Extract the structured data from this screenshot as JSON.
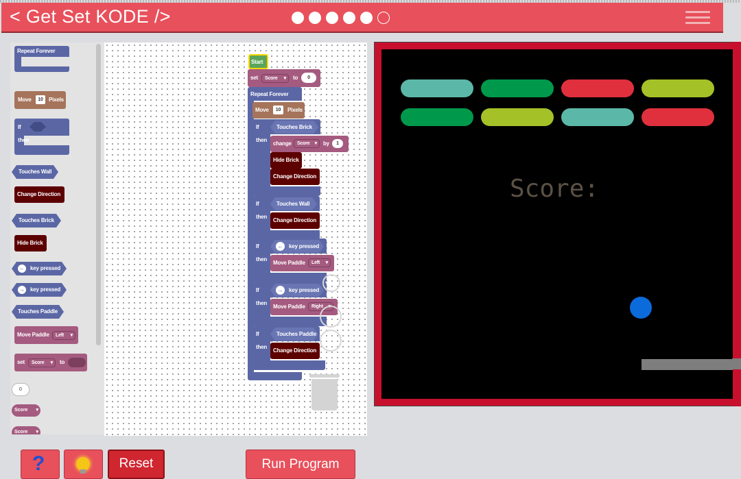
{
  "header": {
    "title": "< Get Set KODE />",
    "progress_total": 6,
    "progress_completed": 5,
    "menu_icon": "hamburger-menu-icon"
  },
  "toolbox": {
    "repeat_forever": "Repeat Forever",
    "move": "Move",
    "move_value": "10",
    "pixels": "Pixels",
    "if": "If",
    "then": "then",
    "touches_wall": "Touches Wall",
    "change_direction": "Change Direction",
    "touches_brick": "Touches Brick",
    "hide_brick": "Hide Brick",
    "key_pressed_left": "key pressed",
    "key_pressed_right": "key pressed",
    "touches_paddle": "Touches Paddle",
    "move_paddle": "Move Paddle",
    "move_paddle_dir": "Left",
    "set": "set",
    "set_var": "Score",
    "to": "to",
    "number": "0",
    "var_1": "Score",
    "var_2": "Score"
  },
  "workspace": {
    "start": "Start",
    "set": "set",
    "set_var": "Score",
    "to": "to",
    "set_value": "0",
    "repeat_forever": "Repeat Forever",
    "move": "Move",
    "move_value": "10",
    "pixels": "Pixels",
    "if": "If",
    "then": "then",
    "touches_brick": "Touches Brick",
    "change": "change",
    "change_var": "Score",
    "by": "by",
    "change_value": "1",
    "hide_brick": "Hide Brick",
    "change_direction": "Change Direction",
    "touches_wall": "Touches Wall",
    "key_pressed": "key pressed",
    "move_paddle": "Move Paddle",
    "left": "Left",
    "right": "Right",
    "touches_paddle": "Touches Paddle"
  },
  "game": {
    "score_label": "Score:",
    "colors": {
      "teal": "#5bb8a8",
      "green": "#00994c",
      "red": "#e0303e",
      "lime": "#a4c227",
      "ball": "#0b6bdb",
      "paddle": "#7e7e7e"
    },
    "bricks_row1": [
      "teal",
      "green",
      "red",
      "lime"
    ],
    "bricks_row2": [
      "green",
      "lime",
      "teal",
      "red"
    ]
  },
  "footer": {
    "help_icon": "question-mark-icon",
    "hint_icon": "light-bulb-icon",
    "reset": "Reset",
    "run": "Run Program"
  }
}
